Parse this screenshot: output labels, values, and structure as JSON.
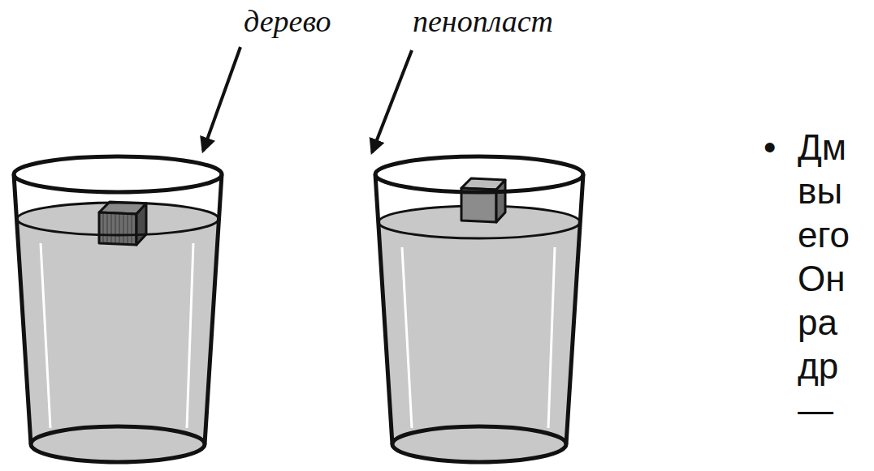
{
  "diagram": {
    "labels": [
      "дерево",
      "пенопласт",
      "•",
      "Дм",
      "вы",
      "его",
      "Он",
      "ра",
      "др",
      "—"
    ]
  }
}
